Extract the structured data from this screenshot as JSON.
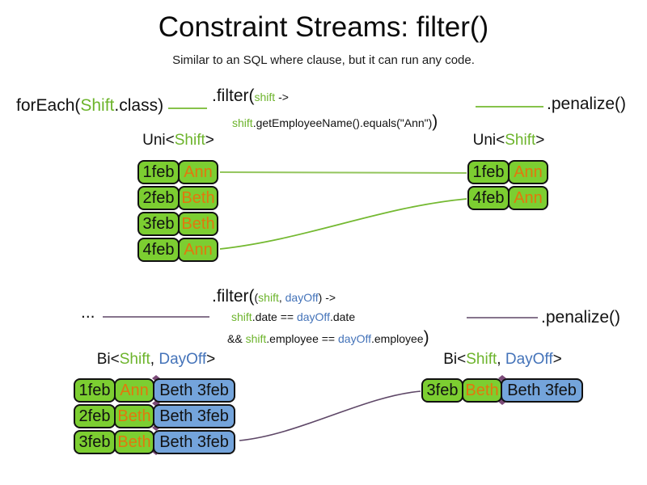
{
  "title": "Constraint Streams: filter()",
  "subtitle": "Similar to an SQL where clause, but it can run any code.",
  "colors": {
    "green_fill": "#7CCE31",
    "blue_fill": "#74A4DB",
    "orange_text": "#E2770E",
    "code_green": "#6DB42C",
    "code_blue": "#4473B9",
    "line_green": "#74B931",
    "line_green_light": "#93C55C",
    "line_purple": "#5E4767",
    "diamond": "#7B4A78"
  },
  "section1": {
    "source": {
      "pre": "forEach(",
      "type": "Shift",
      "post": ".class)"
    },
    "filter_head": {
      "pre": ".filter(",
      "param": "shift",
      "arrow": " ->"
    },
    "filter_body": {
      "param": "shift",
      "rest": ".getEmployeeName().equals(\"Ann\")",
      "close": ")"
    },
    "penalize": ".penalize()",
    "left_table": {
      "header": {
        "pre": "Uni<",
        "type": "Shift",
        "post": ">"
      },
      "rows": [
        [
          "1feb",
          "Ann"
        ],
        [
          "2feb",
          "Beth"
        ],
        [
          "3feb",
          "Beth"
        ],
        [
          "4feb",
          "Ann"
        ]
      ]
    },
    "right_table": {
      "header": {
        "pre": "Uni<",
        "type": "Shift",
        "post": ">"
      },
      "rows": [
        [
          "1feb",
          "Ann"
        ],
        [
          "4feb",
          "Ann"
        ]
      ]
    }
  },
  "section2": {
    "source": "...",
    "filter_head": {
      "pre": ".filter(",
      "open": "(",
      "p1": "shift",
      "comma": ", ",
      "p2": "dayOff",
      "arrow": ") ->"
    },
    "cond1": {
      "a": "shift",
      "op": ".date == ",
      "c": "dayOff",
      "d": ".date"
    },
    "cond2": {
      "pre": "&& ",
      "a": "shift",
      "op": ".employee == ",
      "c": "dayOff",
      "d": ".employee",
      "close": ")"
    },
    "penalize": ".penalize()",
    "left_table": {
      "header": {
        "pre": "Bi<",
        "t1": "Shift",
        "comma": ", ",
        "t2": "DayOff",
        "post": ">"
      },
      "rows": [
        [
          "1feb",
          "Ann",
          "Beth 3feb"
        ],
        [
          "2feb",
          "Beth",
          "Beth 3feb"
        ],
        [
          "3feb",
          "Beth",
          "Beth 3feb"
        ]
      ]
    },
    "right_table": {
      "header": {
        "pre": "Bi<",
        "t1": "Shift",
        "comma": ", ",
        "t2": "DayOff",
        "post": ">"
      },
      "rows": [
        [
          "3feb",
          "Beth",
          "Beth 3feb"
        ]
      ]
    }
  }
}
